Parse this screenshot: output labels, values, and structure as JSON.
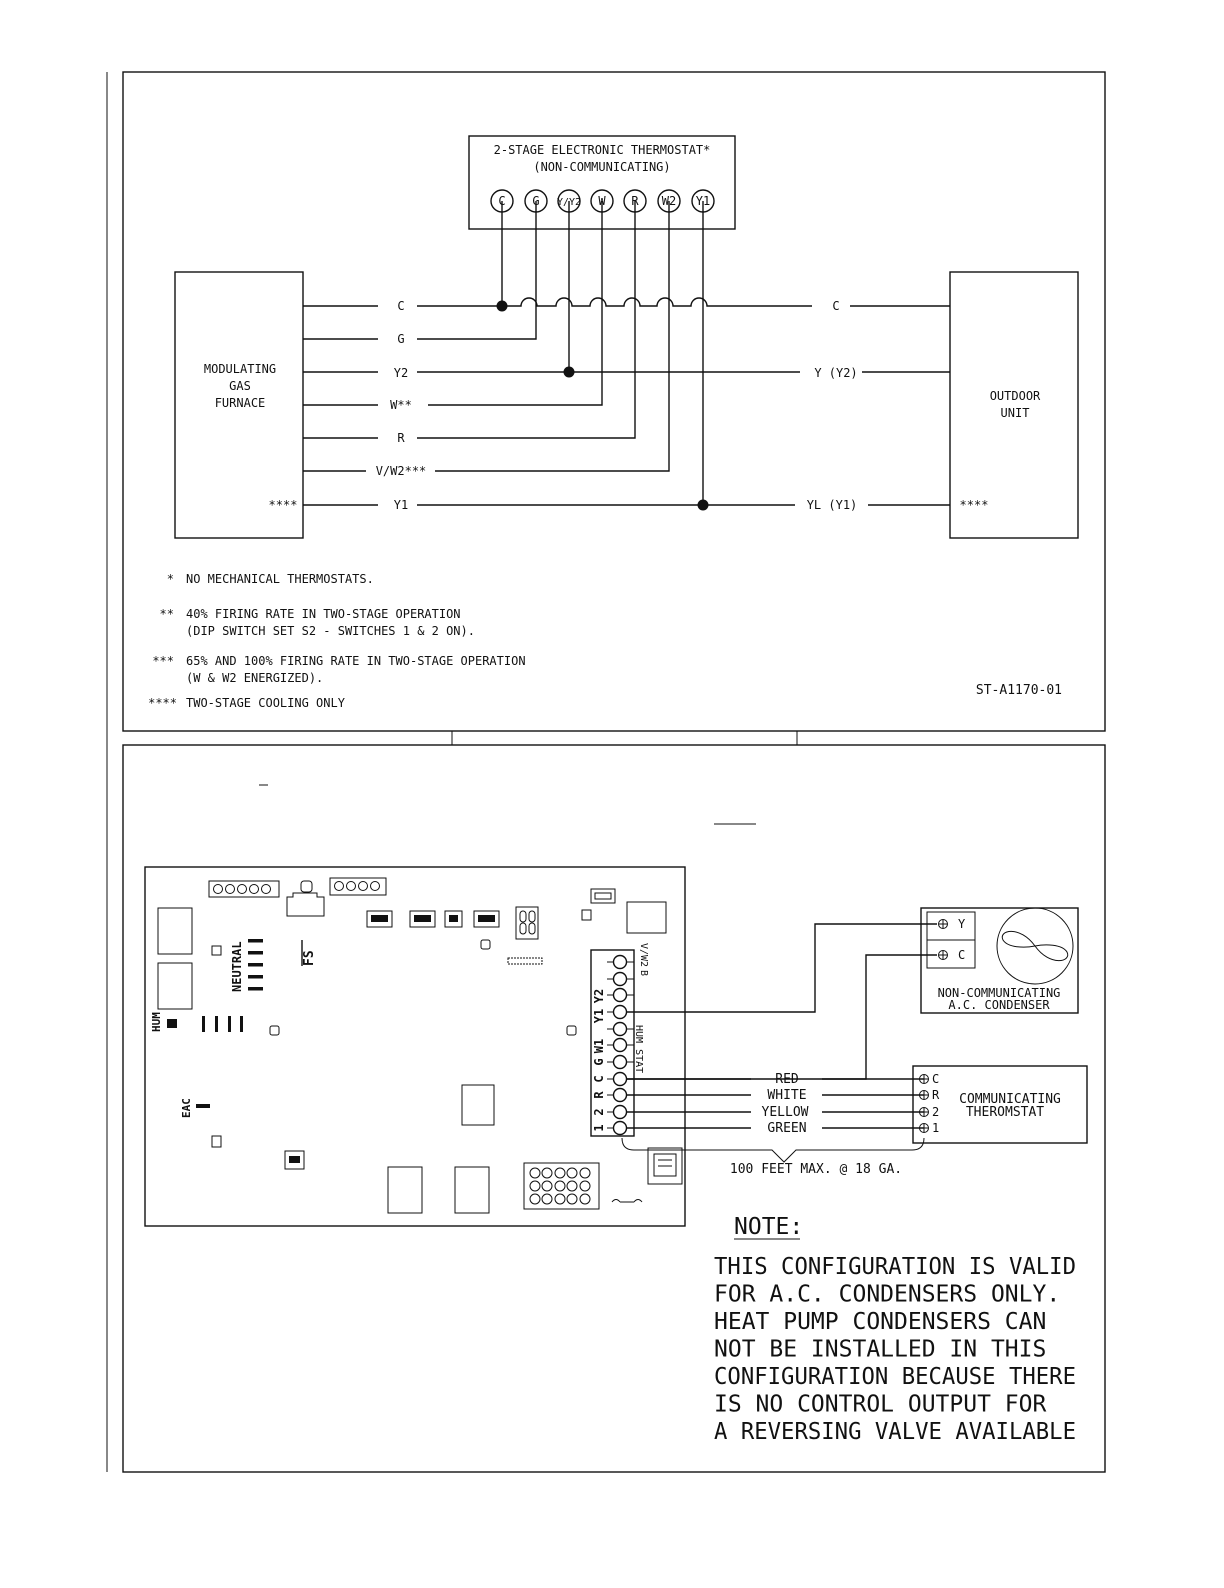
{
  "diagram1": {
    "thermostat_title": "2-STAGE ELECTRONIC THERMOSTAT*",
    "thermostat_subtitle": "(NON-COMMUNICATING)",
    "thermostat_terminals": [
      "C",
      "G",
      "Y/Y2",
      "W",
      "R",
      "W2",
      "Y1"
    ],
    "furnace_label": [
      "MODULATING",
      "GAS",
      "FURNACE"
    ],
    "furnace_wires": [
      "C",
      "G",
      "Y2",
      "W**",
      "R",
      "V/W2***",
      "Y1"
    ],
    "furnace_footnote": "****",
    "outdoor_label": [
      "OUTDOOR",
      "UNIT"
    ],
    "outdoor_wires": [
      "C",
      "Y (Y2)",
      "YL (Y1)"
    ],
    "outdoor_footnote": "****",
    "notes": [
      {
        "mark": "*",
        "lines": [
          "NO MECHANICAL THERMOSTATS."
        ]
      },
      {
        "mark": "**",
        "lines": [
          "40% FIRING RATE IN TWO-STAGE OPERATION",
          "(DIP SWITCH SET S2 - SWITCHES 1 & 2 ON)."
        ]
      },
      {
        "mark": "***",
        "lines": [
          "65% AND 100% FIRING RATE IN TWO-STAGE OPERATION",
          "(W & W2 ENERGIZED)."
        ]
      },
      {
        "mark": "****",
        "lines": [
          "TWO-STAGE COOLING ONLY"
        ]
      }
    ],
    "drawing_id": "ST-A1170-01"
  },
  "diagram2": {
    "board_labels": {
      "neutral": "NEUTRAL",
      "fs": "FS",
      "hum": "HUM",
      "eac": "EAC",
      "hum_stat": "HUM STAT"
    },
    "terminal_left_labels": [
      "Y2",
      "Y1",
      "W1",
      "G",
      "C",
      "R",
      "2",
      "1"
    ],
    "terminal_right_labels": [
      "B",
      "V/W2"
    ],
    "condenser_label": [
      "NON-COMMUNICATING",
      "A.C. CONDENSER"
    ],
    "condenser_terminals": [
      "Y",
      "C"
    ],
    "wire_colors": [
      "RED",
      "WHITE",
      "YELLOW",
      "GREEN"
    ],
    "thermostat_label": [
      "COMMUNICATING",
      "THEROMSTAT"
    ],
    "thermostat_terminals": [
      "C",
      "R",
      "2",
      "1"
    ],
    "wire_length_note": "100 FEET MAX. @ 18 GA.",
    "note_title": "NOTE:",
    "note_lines": [
      "THIS CONFIGURATION IS VALID",
      "FOR A.C. CONDENSERS ONLY.",
      "HEAT PUMP CONDENSERS CAN",
      "NOT BE INSTALLED IN THIS",
      "CONFIGURATION BECAUSE THERE",
      "IS NO CONTROL OUTPUT FOR",
      "A REVERSING VALVE AVAILABLE"
    ]
  }
}
